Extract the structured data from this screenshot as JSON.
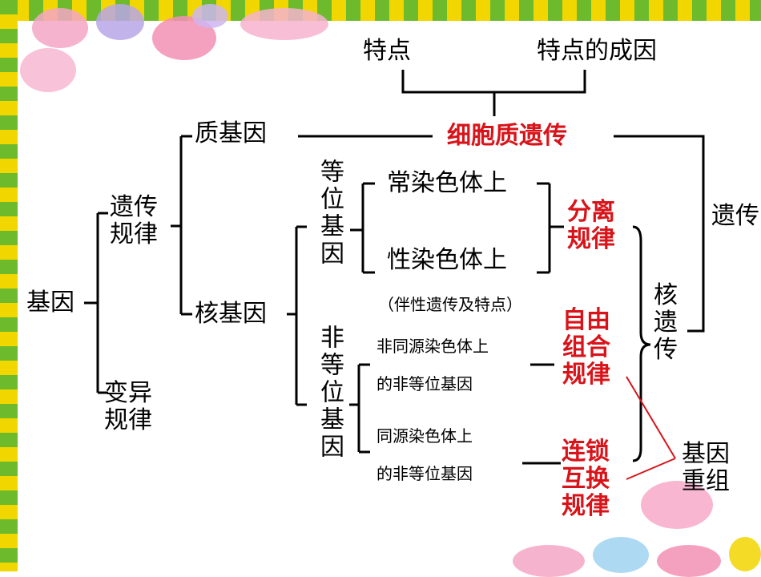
{
  "nodes": {
    "gene": "基因",
    "heredity_law": "遗传规律",
    "variation_law": "变异规律",
    "cytoplasmic_gene": "质基因",
    "nuclear_gene": "核基因",
    "allele": "等位基因",
    "nonallele": "非等位基因",
    "autosome": "常染色体上",
    "sex_chromosome": "性染色体上",
    "sex_linked_note": "（伴性遗传及特点）",
    "nonhomologous_line1": "非同源染色体上",
    "nonhomologous_line2": "的非等位基因",
    "homologous_line1": "同源染色体上",
    "homologous_line2": "的非等位基因",
    "cytoplasmic_inheritance": "细胞质遗传",
    "features": "特点",
    "feature_causes": "特点的成因",
    "segregation_law": "分离规律",
    "independent_assortment_law": "自由组合规律",
    "linkage_crossover_law": "连锁互换规律",
    "nuclear_inheritance": "核遗传",
    "inheritance_cut": "遗传",
    "gene_recombination": "基因重组"
  },
  "colors": {
    "highlight": "#d8141a",
    "text": "#000000",
    "stripe_green": "#6dbb2c",
    "stripe_yellow": "#f2d600"
  }
}
